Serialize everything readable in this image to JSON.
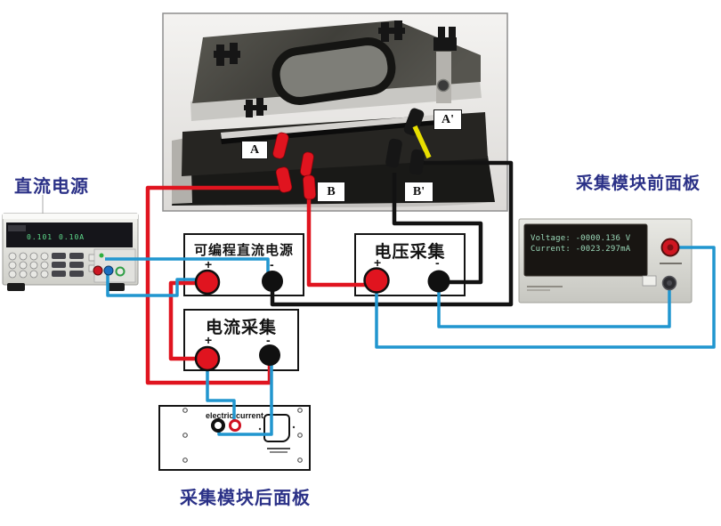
{
  "section_labels": {
    "dc_power_supply": "直流电源",
    "acq_front_panel": "采集模块前面板",
    "acq_rear_panel": "采集模块后面板"
  },
  "sample_points": {
    "a": "A",
    "a_prime": "A'",
    "b": "B",
    "b_prime": "B'"
  },
  "blocks": {
    "programmable_dc_supply": {
      "title": "可编程直流电源",
      "plus": "+",
      "minus": "-"
    },
    "voltage_acquisition": {
      "title": "电压采集",
      "plus": "+",
      "minus": "-"
    },
    "current_acquisition": {
      "title": "电流采集",
      "plus": "+",
      "minus": "-"
    }
  },
  "rear_panel": {
    "port_label": "electric current"
  },
  "front_panel_display": {
    "line1": "Voltage: -0000.136 V",
    "line2": "Current: -0023.297mA"
  },
  "psu": {
    "voltage_reading": "0.101",
    "current_reading": "0.10A"
  },
  "wire_colors": {
    "current_lead_red": "#e0141f",
    "return_lead_black": "#121212",
    "signal_lead_blue": "#2196cf",
    "sample_lead_yellow": "#e8df00"
  },
  "accent_colors": {
    "label_navy": "#2b3187",
    "terminal_red": "#e0141f",
    "terminal_black": "#101010"
  }
}
